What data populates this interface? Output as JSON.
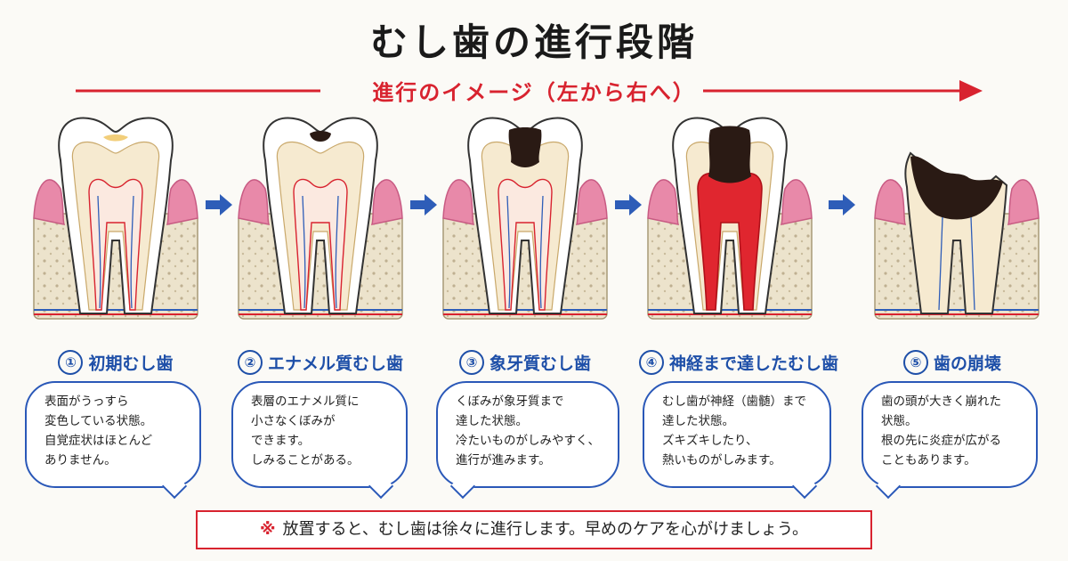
{
  "title": "むし歯の進行段階",
  "progress_label": "進行のイメージ（左から右へ）",
  "colors": {
    "accent_red": "#d8232f",
    "accent_blue": "#1e4fa8",
    "enamel": "#ffffff",
    "dentin": "#f6ead0",
    "gum": "#e889a9",
    "bone": "#ece3cc",
    "decay": "#2a1a14",
    "inflamed": "#e0262f"
  },
  "stages": [
    {
      "number": "①",
      "label": "初期むし歯",
      "lines": [
        "表面がうっすら",
        "変色している状態。",
        "自覚症状はほとんど",
        "ありません。"
      ]
    },
    {
      "number": "②",
      "label": "エナメル質むし歯",
      "lines": [
        "表層のエナメル質に",
        "小さなくぼみが",
        "できます。",
        "しみることがある。"
      ]
    },
    {
      "number": "③",
      "label": "象牙質むし歯",
      "lines": [
        "くぼみが象牙質まで",
        "達した状態。",
        "冷たいものがしみやすく、",
        "進行が進みます。"
      ]
    },
    {
      "number": "④",
      "label": "神経まで達したむし歯",
      "lines": [
        "むし歯が神経（歯髄）まで",
        "達した状態。",
        "ズキズキしたり、",
        "熱いものがしみます。"
      ]
    },
    {
      "number": "⑤",
      "label": "歯の崩壊",
      "lines": [
        "歯の頭が大きく崩れた",
        "状態。",
        "根の先に炎症が広がる",
        "こともあります。"
      ]
    }
  ],
  "note": {
    "mark": "※",
    "text": "放置すると、むし歯は徐々に進行します。早めのケアを心がけましょう。"
  }
}
